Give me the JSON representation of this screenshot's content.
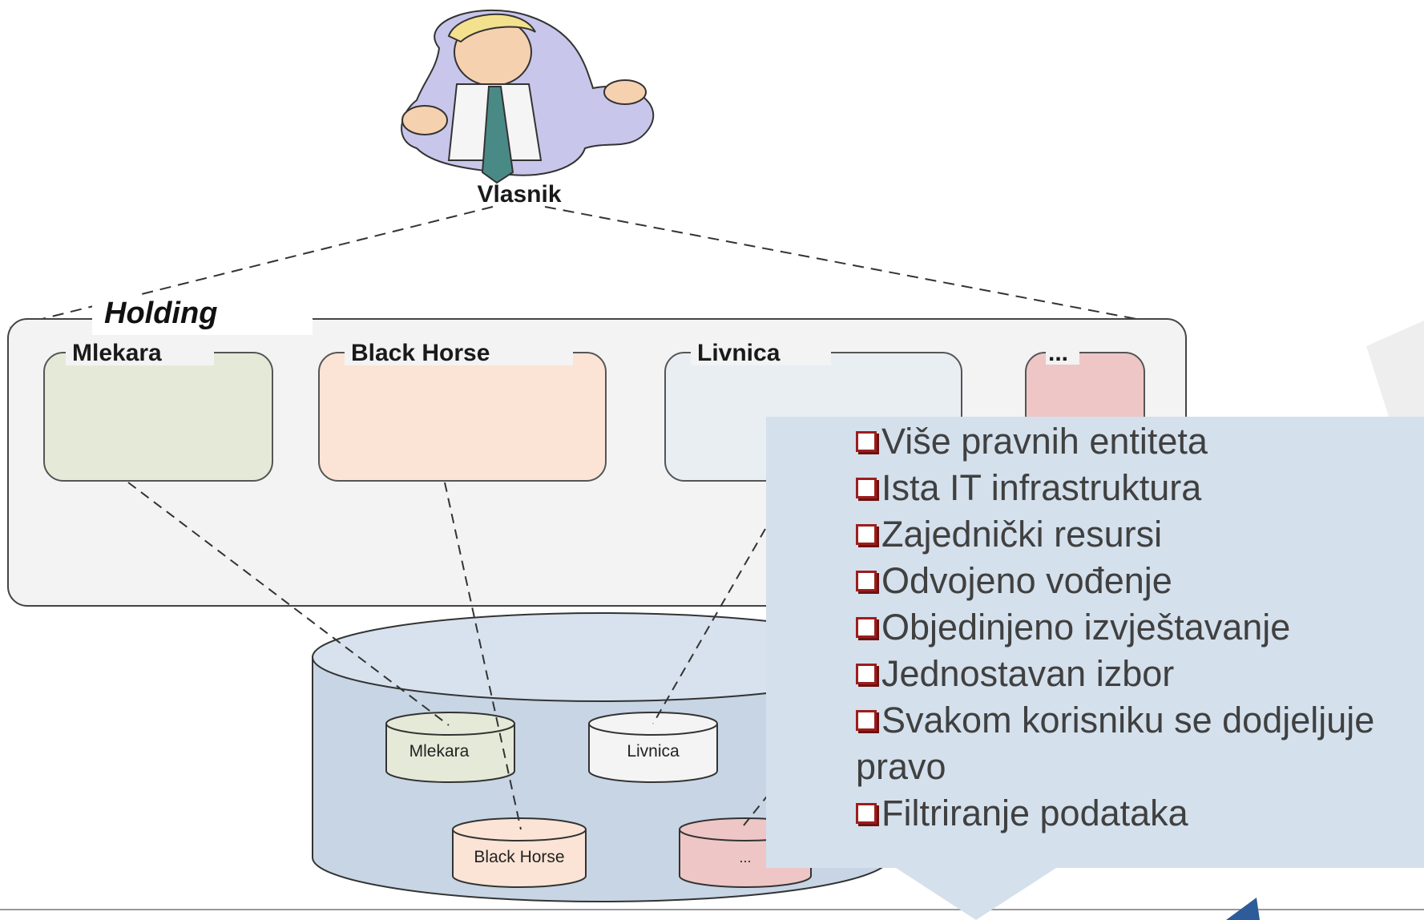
{
  "diagram": {
    "owner_label": "Vlasnik",
    "holding_label": "Holding",
    "companies": [
      {
        "label": "Mlekara",
        "fill": "#e5ead8"
      },
      {
        "label": "Black Horse",
        "fill": "#fbe4d6"
      },
      {
        "label": "Livnica",
        "fill": "#e9eef3"
      },
      {
        "label": "...",
        "fill": "#eec6c6"
      }
    ],
    "databases": [
      {
        "label": "Mlekara",
        "fill": "#e5ead8"
      },
      {
        "label": "Livnica",
        "fill": "#f4f4f4"
      },
      {
        "label": "Black Horse",
        "fill": "#fbe4d6"
      },
      {
        "label": "...",
        "fill": "#eec6c6"
      }
    ]
  },
  "callout": {
    "items": [
      "Više pravnih entiteta",
      "Ista IT infrastruktura",
      "Zajednički resursi",
      "Odvojeno vođenje",
      "Objedinjeno izvještavanje",
      "Jednostavan izbor",
      "Svakom korisniku se dodjeljuje pravo",
      "Filtriranje podataka"
    ],
    "background": "#d4e0ec",
    "bullet_color": "#9c1d1d"
  }
}
